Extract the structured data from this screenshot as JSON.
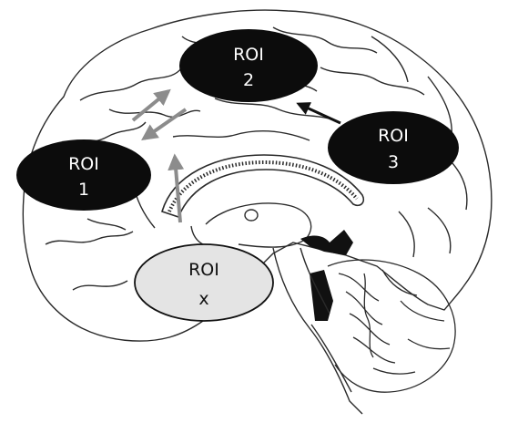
{
  "diagram": {
    "regions": [
      {
        "id": "roi-1",
        "line1": "ROI",
        "line2": "1",
        "fill": "#0c0c0c",
        "text_color": "#ffffff"
      },
      {
        "id": "roi-2",
        "line1": "ROI",
        "line2": "2",
        "fill": "#0c0c0c",
        "text_color": "#ffffff"
      },
      {
        "id": "roi-3",
        "line1": "ROI",
        "line2": "3",
        "fill": "#0c0c0c",
        "text_color": "#ffffff"
      },
      {
        "id": "roi-x",
        "line1": "ROI",
        "line2": "x",
        "fill": "#e4e4e4",
        "text_color": "#111111"
      }
    ],
    "connections": [
      {
        "from": "roi-3",
        "to": "roi-2",
        "color": "#111111"
      },
      {
        "from": "roi-1",
        "to": "roi-2",
        "color": "#8c8c8c"
      },
      {
        "from": "roi-2",
        "to": "roi-1",
        "color": "#8c8c8c"
      },
      {
        "from": "roi-x",
        "to": "roi-1",
        "color": "#8c8c8c"
      }
    ],
    "colors": {
      "outline": "#2a2a2a",
      "background": "#ffffff",
      "dark_fill": "#111111"
    }
  }
}
